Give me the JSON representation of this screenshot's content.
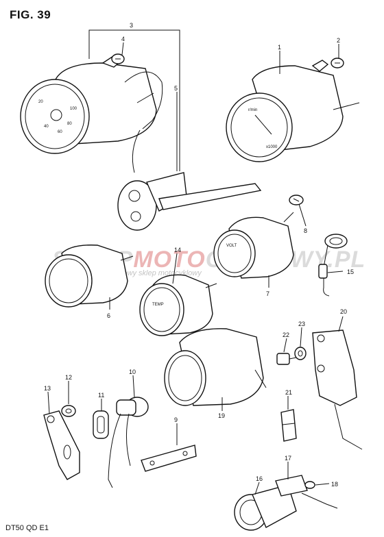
{
  "figure": {
    "title": "FIG. 39",
    "footer": "DT50 QD E1"
  },
  "watermark": {
    "brand_left": "SKLEP",
    "brand_right": "MOTOCYKLOWY.PL",
    "brand_right_accent": "MOTO",
    "tagline": "motocyklowy sklep motocyklowy"
  },
  "callouts": [
    "1",
    "2",
    "3",
    "4",
    "5",
    "6",
    "7",
    "8",
    "9",
    "10",
    "11",
    "12",
    "13",
    "14",
    "15",
    "16",
    "17",
    "18",
    "19",
    "20",
    "21",
    "22",
    "23"
  ],
  "dial_labels": {
    "speedometer": [
      "20",
      "40",
      "60",
      "80",
      "100"
    ],
    "tachometer": [
      "r/min",
      "x1000"
    ],
    "voltmeter": [
      "VOLT"
    ],
    "temp_gauge": [
      "TEMP"
    ]
  }
}
